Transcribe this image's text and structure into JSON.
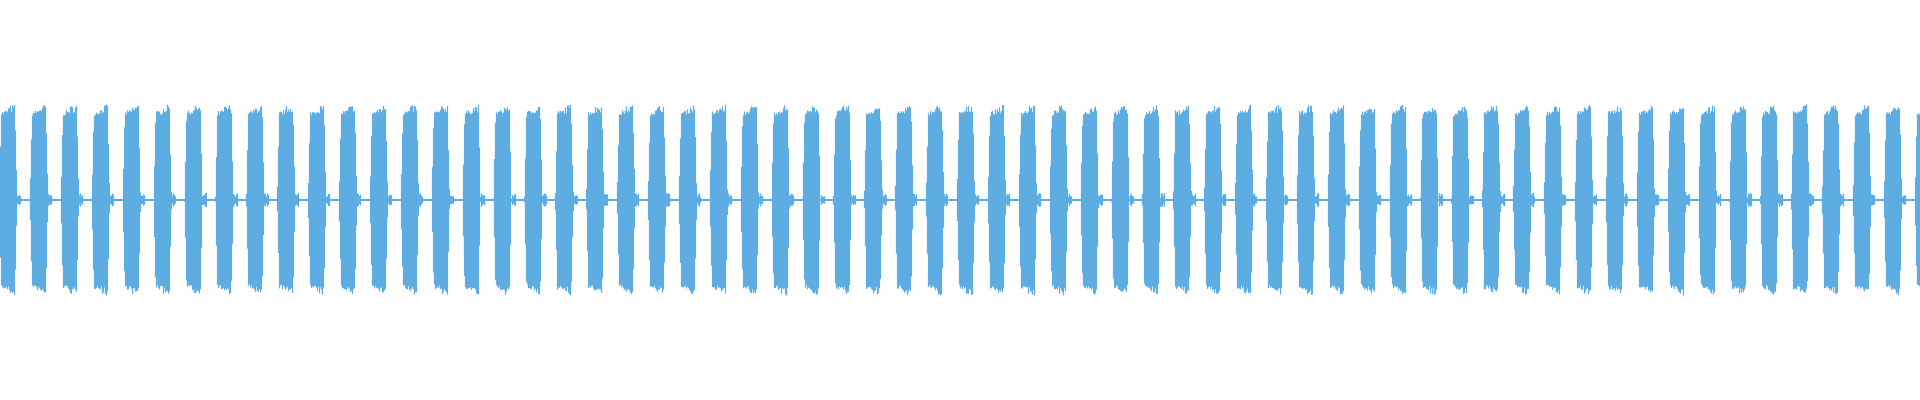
{
  "chart_data": {
    "type": "waveform",
    "title": "",
    "xlabel": "",
    "ylabel": "",
    "ylim": [
      -1,
      1
    ],
    "grid": false,
    "axes_visible": false,
    "burst_count": 63,
    "burst_peak_amplitude": 0.95,
    "burst_body_amplitude": 0.88,
    "silence_amplitude": 0.01,
    "burst_duty_fraction": 0.53,
    "color": "#5DADE2",
    "background": "#FFFFFF"
  }
}
